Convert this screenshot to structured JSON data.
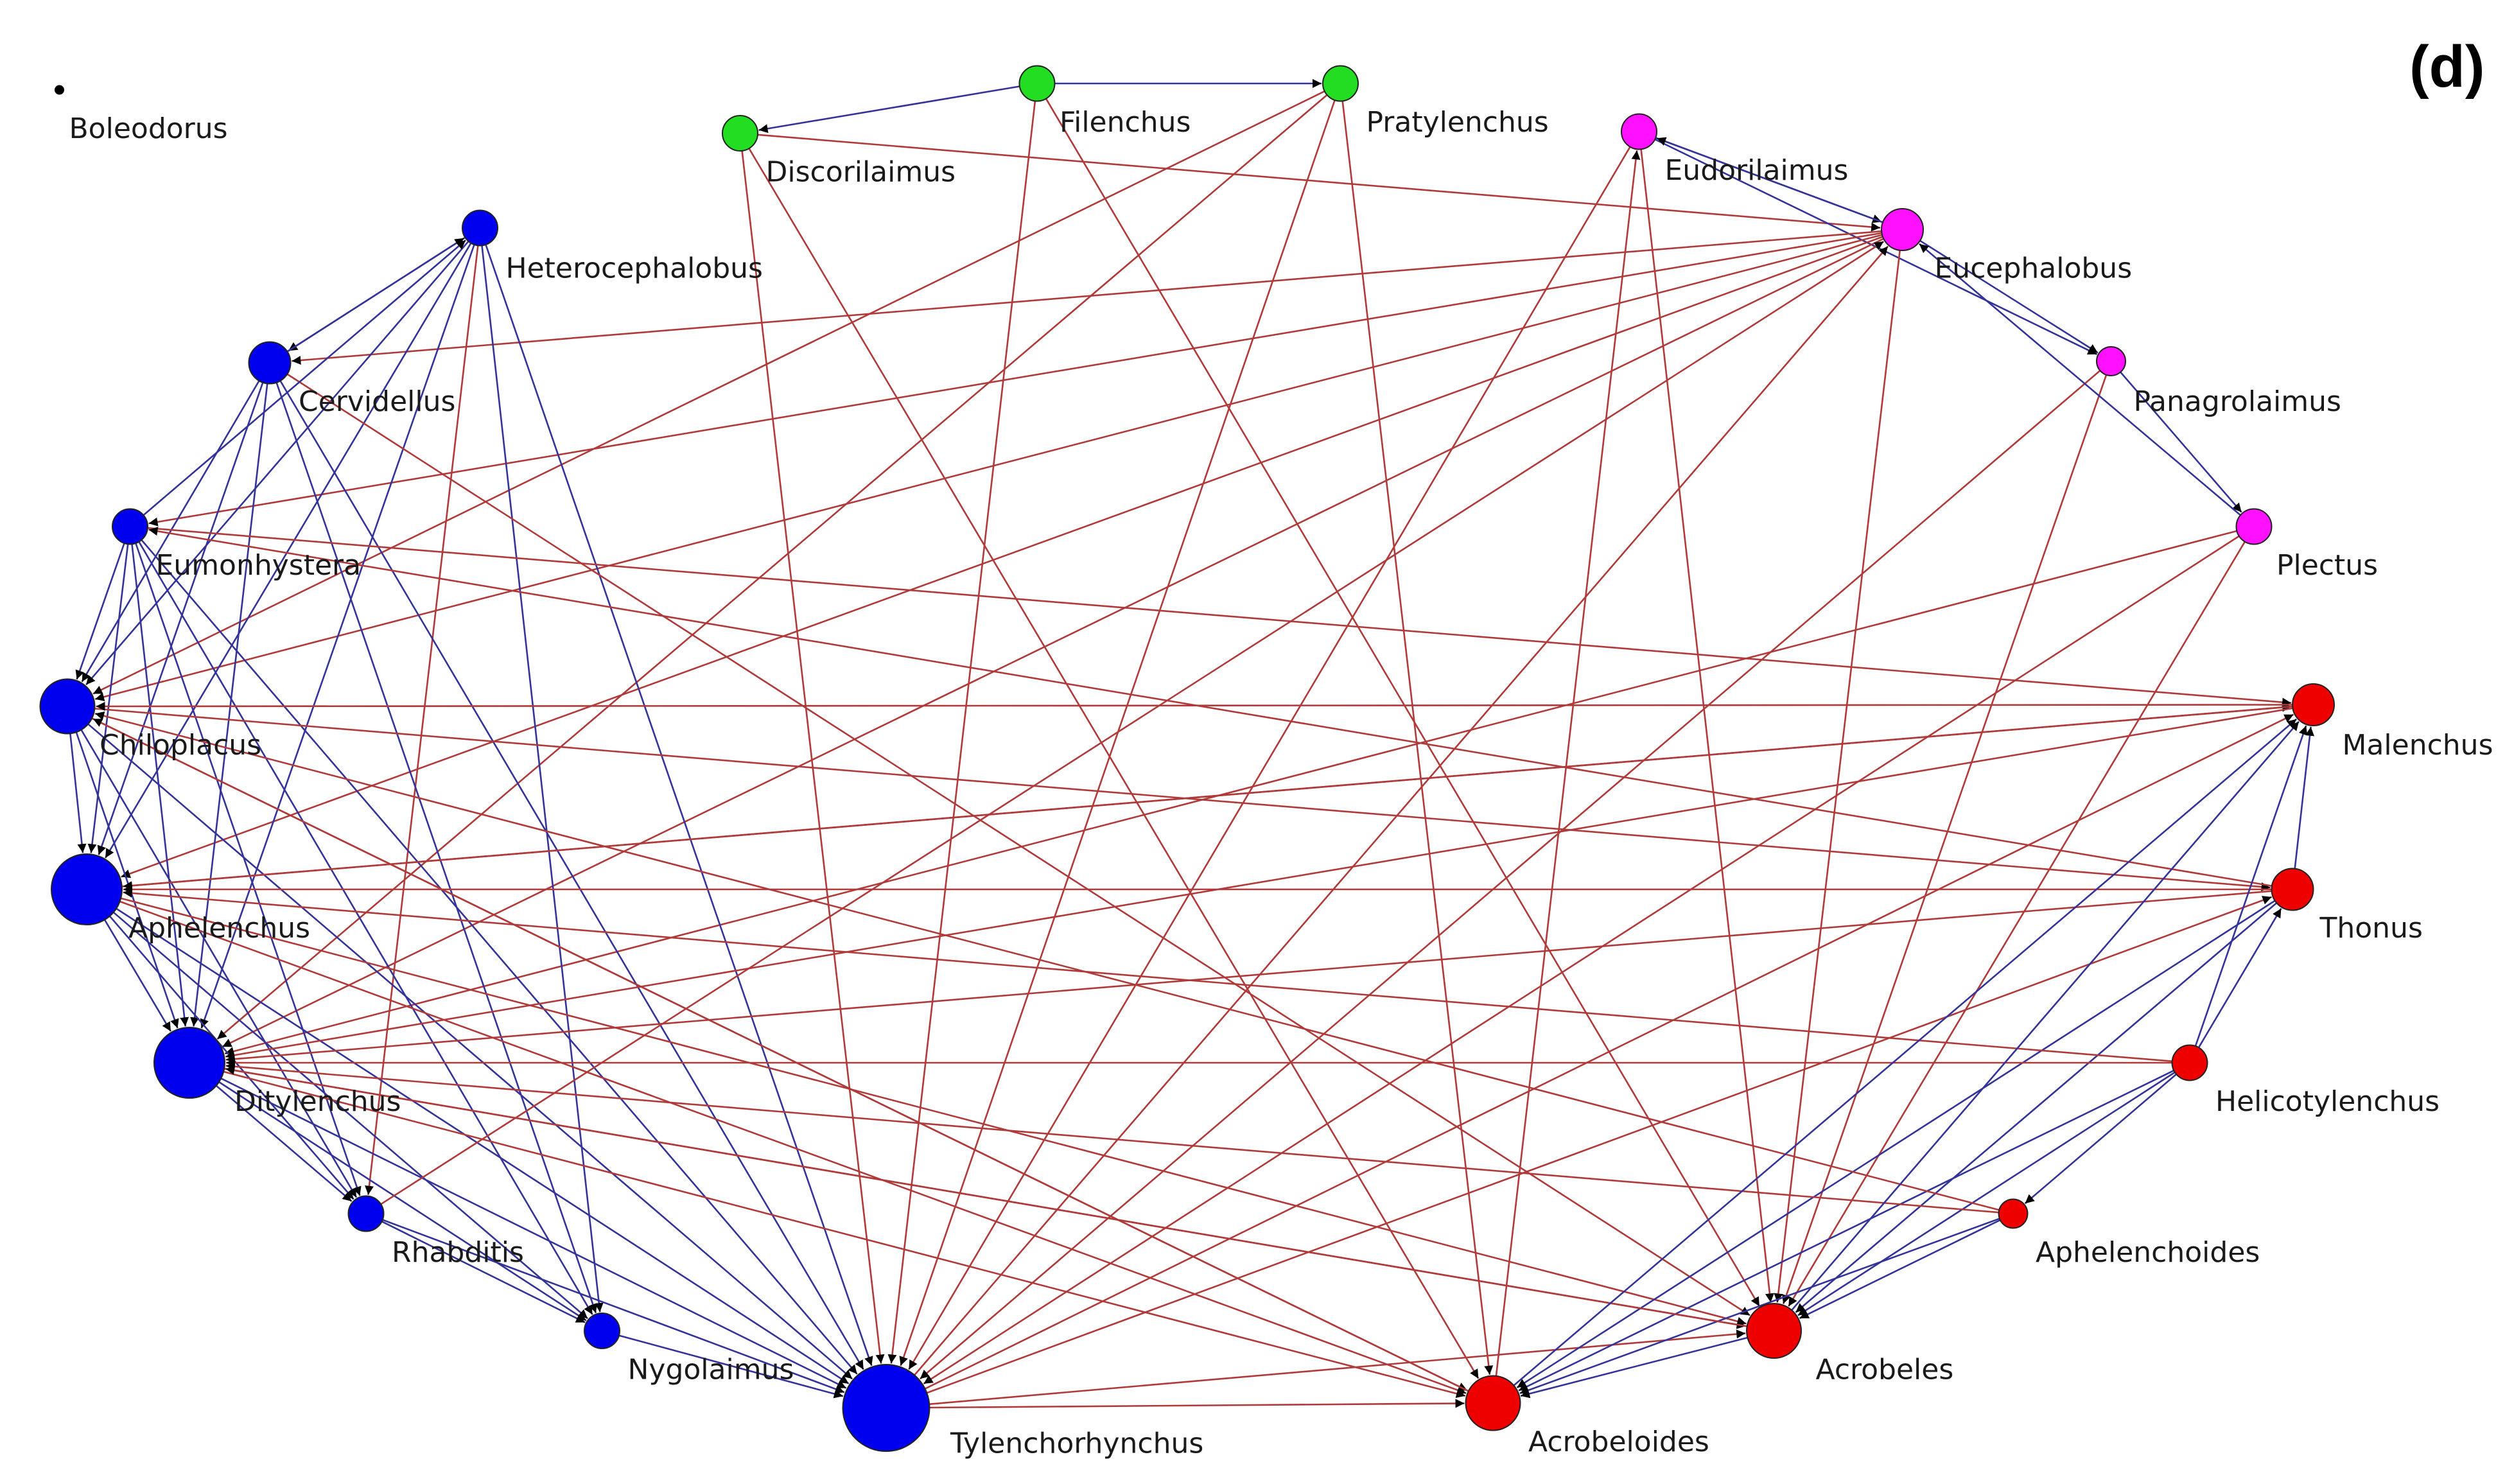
{
  "panel_label": "(d)",
  "colors": {
    "blue_group": "#0000ee",
    "green_group": "#22dd22",
    "magenta_group": "#ff11ff",
    "red_group": "#ee0000",
    "black_node": "#000000",
    "positive_edge": "#b03a3a",
    "negative_edge": "#333399",
    "arrow": "#000000"
  },
  "nodes": [
    {
      "id": "Boleodorus",
      "label": "Boleodorus",
      "group": "black",
      "size": "tiny"
    },
    {
      "id": "Heterocephalobus",
      "label": "Heterocephalobus",
      "group": "blue",
      "size": "small"
    },
    {
      "id": "Cervidellus",
      "label": "Cervidellus",
      "group": "blue",
      "size": "medium"
    },
    {
      "id": "Eumonhystera",
      "label": "Eumonhystera",
      "group": "blue",
      "size": "small"
    },
    {
      "id": "Chiloplacus",
      "label": "Chiloplacus",
      "group": "blue",
      "size": "large"
    },
    {
      "id": "Aphelenchus",
      "label": "Aphelenchus",
      "group": "blue",
      "size": "xlarge"
    },
    {
      "id": "Ditylenchus",
      "label": "Ditylenchus",
      "group": "blue",
      "size": "xlarge"
    },
    {
      "id": "Rhabditis",
      "label": "Rhabditis",
      "group": "blue",
      "size": "small"
    },
    {
      "id": "Nygolaimus",
      "label": "Nygolaimus",
      "group": "blue",
      "size": "small"
    },
    {
      "id": "Tylenchorhynchus",
      "label": "Tylenchorhynchus",
      "group": "blue",
      "size": "xxlarge"
    },
    {
      "id": "Discorilaimus",
      "label": "Discorilaimus",
      "group": "green",
      "size": "small"
    },
    {
      "id": "Filenchus",
      "label": "Filenchus",
      "group": "green",
      "size": "small"
    },
    {
      "id": "Pratylenchus",
      "label": "Pratylenchus",
      "group": "green",
      "size": "small"
    },
    {
      "id": "Eudorilaimus",
      "label": "Eudorilaimus",
      "group": "magenta",
      "size": "small"
    },
    {
      "id": "Eucephalobus",
      "label": "Eucephalobus",
      "group": "magenta",
      "size": "medium"
    },
    {
      "id": "Panagrolaimus",
      "label": "Panagrolaimus",
      "group": "magenta",
      "size": "tiny2"
    },
    {
      "id": "Plectus",
      "label": "Plectus",
      "group": "magenta",
      "size": "small"
    },
    {
      "id": "Malenchus",
      "label": "Malenchus",
      "group": "red",
      "size": "medium"
    },
    {
      "id": "Thonus",
      "label": "Thonus",
      "group": "red",
      "size": "medium"
    },
    {
      "id": "Helicotylenchus",
      "label": "Helicotylenchus",
      "group": "red",
      "size": "small"
    },
    {
      "id": "Aphelenchoides",
      "label": "Aphelenchoides",
      "group": "red",
      "size": "tiny2"
    },
    {
      "id": "Acrobeles",
      "label": "Acrobeles",
      "group": "red",
      "size": "large"
    },
    {
      "id": "Acrobeloides",
      "label": "Acrobeloides",
      "group": "red",
      "size": "large"
    }
  ],
  "edges": [
    {
      "from": "Filenchus",
      "to": "Discorilaimus",
      "type": "negative"
    },
    {
      "from": "Filenchus",
      "to": "Pratylenchus",
      "type": "negative"
    },
    {
      "from": "Filenchus",
      "to": "Tylenchorhynchus",
      "type": "positive"
    },
    {
      "from": "Filenchus",
      "to": "Acrobeles",
      "type": "positive"
    },
    {
      "from": "Pratylenchus",
      "to": "Tylenchorhynchus",
      "type": "positive"
    },
    {
      "from": "Pratylenchus",
      "to": "Acrobeloides",
      "type": "positive"
    },
    {
      "from": "Pratylenchus",
      "to": "Ditylenchus",
      "type": "positive"
    },
    {
      "from": "Pratylenchus",
      "to": "Chiloplacus",
      "type": "positive"
    },
    {
      "from": "Discorilaimus",
      "to": "Tylenchorhynchus",
      "type": "positive"
    },
    {
      "from": "Discorilaimus",
      "to": "Acrobeloides",
      "type": "positive"
    },
    {
      "from": "Discorilaimus",
      "to": "Eucephalobus",
      "type": "positive"
    },
    {
      "from": "Eudorilaimus",
      "to": "Eucephalobus",
      "type": "negative"
    },
    {
      "from": "Eudorilaimus",
      "to": "Panagrolaimus",
      "type": "negative"
    },
    {
      "from": "Eudorilaimus",
      "to": "Acrobeles",
      "type": "positive"
    },
    {
      "from": "Eudorilaimus",
      "to": "Tylenchorhynchus",
      "type": "positive"
    },
    {
      "from": "Eucephalobus",
      "to": "Eudorilaimus",
      "type": "negative"
    },
    {
      "from": "Eucephalobus",
      "to": "Panagrolaimus",
      "type": "negative"
    },
    {
      "from": "Eucephalobus",
      "to": "Cervidellus",
      "type": "positive"
    },
    {
      "from": "Eucephalobus",
      "to": "Eumonhystera",
      "type": "positive"
    },
    {
      "from": "Eucephalobus",
      "to": "Chiloplacus",
      "type": "positive"
    },
    {
      "from": "Eucephalobus",
      "to": "Aphelenchus",
      "type": "positive"
    },
    {
      "from": "Eucephalobus",
      "to": "Ditylenchus",
      "type": "positive"
    },
    {
      "from": "Eucephalobus",
      "to": "Acrobeles",
      "type": "positive"
    },
    {
      "from": "Panagrolaimus",
      "to": "Plectus",
      "type": "negative"
    },
    {
      "from": "Panagrolaimus",
      "to": "Tylenchorhynchus",
      "type": "positive"
    },
    {
      "from": "Panagrolaimus",
      "to": "Acrobeles",
      "type": "positive"
    },
    {
      "from": "Plectus",
      "to": "Eucephalobus",
      "type": "negative"
    },
    {
      "from": "Plectus",
      "to": "Tylenchorhynchus",
      "type": "positive"
    },
    {
      "from": "Plectus",
      "to": "Ditylenchus",
      "type": "positive"
    },
    {
      "from": "Plectus",
      "to": "Acrobeles",
      "type": "positive"
    },
    {
      "from": "Heterocephalobus",
      "to": "Cervidellus",
      "type": "negative"
    },
    {
      "from": "Heterocephalobus",
      "to": "Chiloplacus",
      "type": "negative"
    },
    {
      "from": "Heterocephalobus",
      "to": "Aphelenchus",
      "type": "negative"
    },
    {
      "from": "Heterocephalobus",
      "to": "Ditylenchus",
      "type": "negative"
    },
    {
      "from": "Heterocephalobus",
      "to": "Nygolaimus",
      "type": "negative"
    },
    {
      "from": "Heterocephalobus",
      "to": "Tylenchorhynchus",
      "type": "negative"
    },
    {
      "from": "Heterocephalobus",
      "to": "Rhabditis",
      "type": "positive"
    },
    {
      "from": "Cervidellus",
      "to": "Chiloplacus",
      "type": "negative"
    },
    {
      "from": "Cervidellus",
      "to": "Aphelenchus",
      "type": "negative"
    },
    {
      "from": "Cervidellus",
      "to": "Ditylenchus",
      "type": "negative"
    },
    {
      "from": "Cervidellus",
      "to": "Tylenchorhynchus",
      "type": "negative"
    },
    {
      "from": "Cervidellus",
      "to": "Nygolaimus",
      "type": "negative"
    },
    {
      "from": "Cervidellus",
      "to": "Acrobeles",
      "type": "positive"
    },
    {
      "from": "Cervidellus",
      "to": "Heterocephalobus",
      "type": "negative"
    },
    {
      "from": "Eumonhystera",
      "to": "Chiloplacus",
      "type": "negative"
    },
    {
      "from": "Eumonhystera",
      "to": "Aphelenchus",
      "type": "negative"
    },
    {
      "from": "Eumonhystera",
      "to": "Ditylenchus",
      "type": "negative"
    },
    {
      "from": "Eumonhystera",
      "to": "Rhabditis",
      "type": "negative"
    },
    {
      "from": "Eumonhystera",
      "to": "Nygolaimus",
      "type": "negative"
    },
    {
      "from": "Eumonhystera",
      "to": "Tylenchorhynchus",
      "type": "negative"
    },
    {
      "from": "Eumonhystera",
      "to": "Malenchus",
      "type": "positive"
    },
    {
      "from": "Eumonhystera",
      "to": "Heterocephalobus",
      "type": "negative"
    },
    {
      "from": "Chiloplacus",
      "to": "Aphelenchus",
      "type": "negative"
    },
    {
      "from": "Chiloplacus",
      "to": "Ditylenchus",
      "type": "negative"
    },
    {
      "from": "Chiloplacus",
      "to": "Rhabditis",
      "type": "negative"
    },
    {
      "from": "Chiloplacus",
      "to": "Tylenchorhynchus",
      "type": "negative"
    },
    {
      "from": "Chiloplacus",
      "to": "Acrobeloides",
      "type": "positive"
    },
    {
      "from": "Chiloplacus",
      "to": "Thonus",
      "type": "positive"
    },
    {
      "from": "Aphelenchus",
      "to": "Ditylenchus",
      "type": "negative"
    },
    {
      "from": "Aphelenchus",
      "to": "Rhabditis",
      "type": "negative"
    },
    {
      "from": "Aphelenchus",
      "to": "Nygolaimus",
      "type": "negative"
    },
    {
      "from": "Aphelenchus",
      "to": "Tylenchorhynchus",
      "type": "negative"
    },
    {
      "from": "Aphelenchus",
      "to": "Acrobeloides",
      "type": "positive"
    },
    {
      "from": "Aphelenchus",
      "to": "Acrobeles",
      "type": "positive"
    },
    {
      "from": "Aphelenchus",
      "to": "Malenchus",
      "type": "positive"
    },
    {
      "from": "Ditylenchus",
      "to": "Rhabditis",
      "type": "negative"
    },
    {
      "from": "Ditylenchus",
      "to": "Nygolaimus",
      "type": "negative"
    },
    {
      "from": "Ditylenchus",
      "to": "Tylenchorhynchus",
      "type": "negative"
    },
    {
      "from": "Ditylenchus",
      "to": "Acrobeloides",
      "type": "positive"
    },
    {
      "from": "Ditylenchus",
      "to": "Acrobeles",
      "type": "positive"
    },
    {
      "from": "Rhabditis",
      "to": "Tylenchorhynchus",
      "type": "negative"
    },
    {
      "from": "Rhabditis",
      "to": "Nygolaimus",
      "type": "negative"
    },
    {
      "from": "Rhabditis",
      "to": "Eucephalobus",
      "type": "positive"
    },
    {
      "from": "Nygolaimus",
      "to": "Tylenchorhynchus",
      "type": "negative"
    },
    {
      "from": "Tylenchorhynchus",
      "to": "Acrobeloides",
      "type": "positive"
    },
    {
      "from": "Tylenchorhynchus",
      "to": "Acrobeles",
      "type": "positive"
    },
    {
      "from": "Tylenchorhynchus",
      "to": "Malenchus",
      "type": "positive"
    },
    {
      "from": "Tylenchorhynchus",
      "to": "Thonus",
      "type": "positive"
    },
    {
      "from": "Tylenchorhynchus",
      "to": "Eucephalobus",
      "type": "positive"
    },
    {
      "from": "Malenchus",
      "to": "Chiloplacus",
      "type": "positive"
    },
    {
      "from": "Malenchus",
      "to": "Aphelenchus",
      "type": "positive"
    },
    {
      "from": "Malenchus",
      "to": "Ditylenchus",
      "type": "positive"
    },
    {
      "from": "Thonus",
      "to": "Aphelenchus",
      "type": "positive"
    },
    {
      "from": "Thonus",
      "to": "Ditylenchus",
      "type": "positive"
    },
    {
      "from": "Thonus",
      "to": "Eumonhystera",
      "type": "positive"
    },
    {
      "from": "Thonus",
      "to": "Malenchus",
      "type": "negative"
    },
    {
      "from": "Thonus",
      "to": "Acrobeloides",
      "type": "negative"
    },
    {
      "from": "Thonus",
      "to": "Acrobeles",
      "type": "negative"
    },
    {
      "from": "Helicotylenchus",
      "to": "Malenchus",
      "type": "negative"
    },
    {
      "from": "Helicotylenchus",
      "to": "Thonus",
      "type": "negative"
    },
    {
      "from": "Helicotylenchus",
      "to": "Aphelenchoides",
      "type": "negative"
    },
    {
      "from": "Helicotylenchus",
      "to": "Acrobeles",
      "type": "negative"
    },
    {
      "from": "Helicotylenchus",
      "to": "Acrobeloides",
      "type": "negative"
    },
    {
      "from": "Helicotylenchus",
      "to": "Ditylenchus",
      "type": "positive"
    },
    {
      "from": "Helicotylenchus",
      "to": "Aphelenchus",
      "type": "positive"
    },
    {
      "from": "Aphelenchoides",
      "to": "Acrobeles",
      "type": "negative"
    },
    {
      "from": "Aphelenchoides",
      "to": "Acrobeloides",
      "type": "negative"
    },
    {
      "from": "Aphelenchoides",
      "to": "Ditylenchus",
      "type": "positive"
    },
    {
      "from": "Aphelenchoides",
      "to": "Chiloplacus",
      "type": "positive"
    },
    {
      "from": "Acrobeles",
      "to": "Acrobeloides",
      "type": "negative"
    },
    {
      "from": "Acrobeles",
      "to": "Malenchus",
      "type": "negative"
    },
    {
      "from": "Acrobeles",
      "to": "Ditylenchus",
      "type": "positive"
    },
    {
      "from": "Acrobeloides",
      "to": "Malenchus",
      "type": "negative"
    },
    {
      "from": "Acrobeloides",
      "to": "Eudorilaimus",
      "type": "positive"
    },
    {
      "from": "Acrobeloides",
      "to": "Chiloplacus",
      "type": "positive"
    }
  ]
}
